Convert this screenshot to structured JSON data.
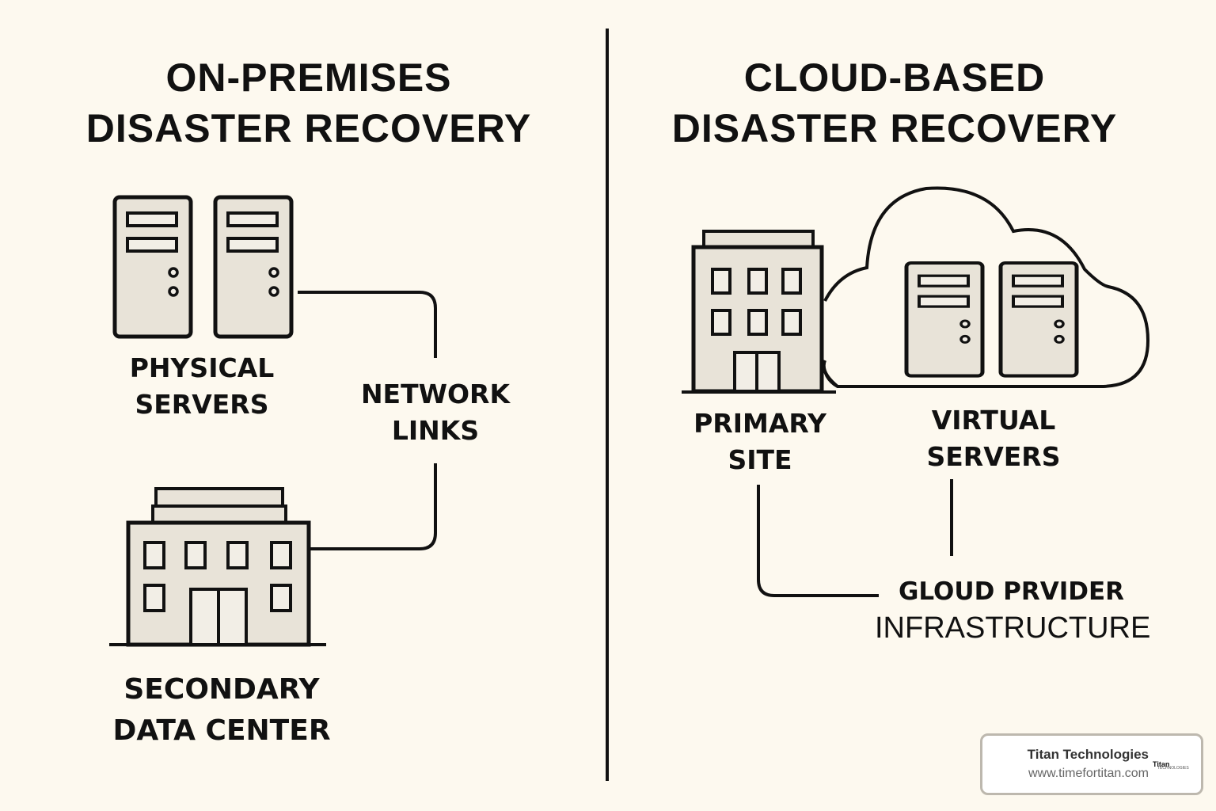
{
  "left_panel": {
    "title_line1": "ON-PREMISES",
    "title_line2": "DISASTER RECOVERY",
    "physical_servers": {
      "line1": "PHYSICAL",
      "line2": "SERVERS"
    },
    "network_links": {
      "line1": "NETWORK",
      "line2": "LINKS"
    },
    "secondary_data_center": {
      "line1": "SECONDARY",
      "line2": "DATA CENTER"
    }
  },
  "right_panel": {
    "title_line1": "CLOUD-BASED",
    "title_line2": "DISASTER RECOVERY",
    "primary_site": {
      "line1": "PRIMARY",
      "line2": "SITE"
    },
    "virtual_servers": {
      "line1": "VIRTUAL",
      "line2": "SERVERS"
    },
    "cloud_provider": {
      "line1": "GLOUD PRVIDER",
      "line2": "INFRASTRUCTURE"
    }
  },
  "badge": {
    "name": "Titan Technologies",
    "url": "www.timefortitan.com",
    "logo_title": "Titan",
    "logo_sub": "TECHNOLOGIES"
  },
  "colors": {
    "background": "#fdf9ef",
    "ink": "#111111",
    "fill": "#e8e3d8",
    "badge_border": "#bdb8ae"
  }
}
